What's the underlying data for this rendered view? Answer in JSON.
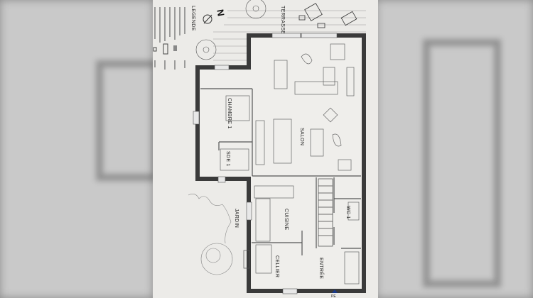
{
  "plan": {
    "legend_title": "LEGENDE",
    "north": "N",
    "rooms": {
      "terrasse": "TERRASSE 1",
      "chambre": "CHAMBRE 1",
      "sde": "SDE 1",
      "salon": "SALON",
      "cuisine": "CUISINE",
      "jardin": "JARDIN",
      "wc": "WC 1",
      "cellier": "CELLIER",
      "entree": "ENTRÉE",
      "pe": "PE"
    },
    "colors": {
      "wall": "#3a3a3a",
      "paper": "#ececea",
      "line": "#555555"
    }
  }
}
